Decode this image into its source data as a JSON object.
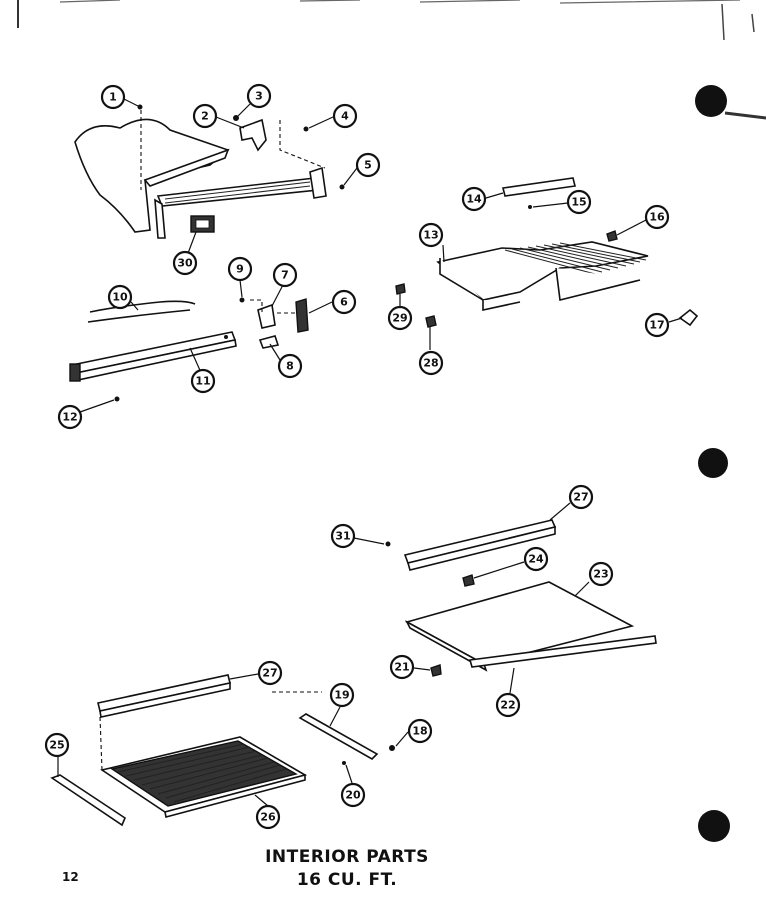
{
  "title_line1": "INTERIOR  PARTS",
  "title_line2": "16 CU. FT.",
  "page_number": "12",
  "callouts": [
    "1",
    "2",
    "3",
    "4",
    "5",
    "30",
    "14",
    "15",
    "13",
    "16",
    "9",
    "7",
    "6",
    "8",
    "10",
    "11",
    "12",
    "29",
    "28",
    "17",
    "27",
    "31",
    "24",
    "23",
    "21",
    "22",
    "27",
    "19",
    "18",
    "20",
    "25",
    "26"
  ],
  "colors": {
    "ink": "#111111",
    "paper": "#ffffff"
  }
}
